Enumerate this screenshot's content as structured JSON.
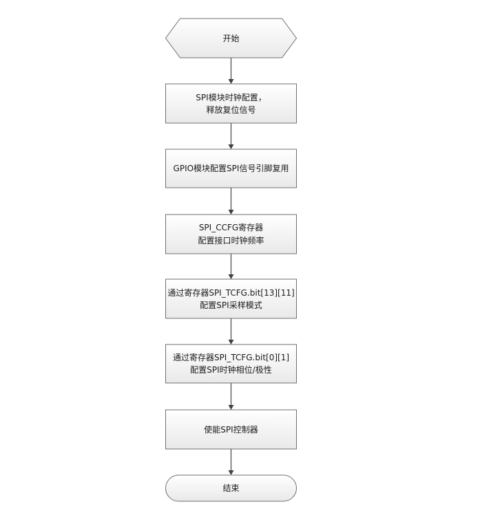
{
  "flowchart": {
    "start": {
      "label": "开始"
    },
    "steps": [
      {
        "lines": [
          "SPI模块时钟配置，",
          "释放复位信号"
        ]
      },
      {
        "lines": [
          "GPIO模块配置SPI信号引脚复用"
        ]
      },
      {
        "lines": [
          "SPI_CCFG寄存器",
          "配置接口时钟频率"
        ]
      },
      {
        "lines": [
          "通过寄存器SPI_TCFG.bit[13][11]",
          "配置SPI采样模式"
        ]
      },
      {
        "lines": [
          "通过寄存器SPI_TCFG.bit[0][1]",
          "配置SPI时钟相位/极性"
        ]
      },
      {
        "lines": [
          "使能SPI控制器"
        ]
      }
    ],
    "end": {
      "label": "结束"
    }
  }
}
